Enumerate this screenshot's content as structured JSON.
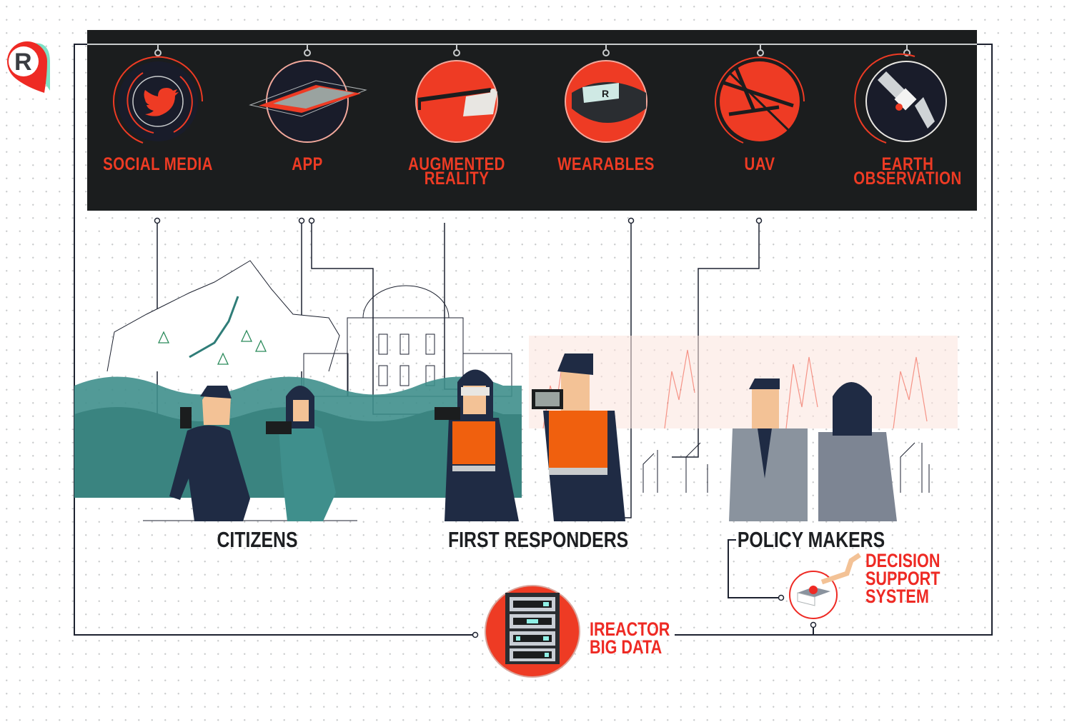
{
  "logo": {
    "letter": "R"
  },
  "sources": [
    {
      "label_lines": [
        "SOCIAL MEDIA"
      ],
      "icon": "twitter-bird-icon"
    },
    {
      "label_lines": [
        "APP"
      ],
      "icon": "tablet-icon"
    },
    {
      "label_lines": [
        "AUGMENTED",
        "REALITY"
      ],
      "icon": "smart-glasses-icon"
    },
    {
      "label_lines": [
        "WEARABLES"
      ],
      "icon": "wristband-icon"
    },
    {
      "label_lines": [
        "UAV"
      ],
      "icon": "drone-icon"
    },
    {
      "label_lines": [
        "EARTH",
        "OBSERVATION"
      ],
      "icon": "satellite-icon"
    }
  ],
  "groups": {
    "citizens": "CITIZENS",
    "first_responders": "FIRST RESPONDERS",
    "policy_makers": "POLICY MAKERS"
  },
  "decision_support": {
    "lines": [
      "DECISION",
      "SUPPORT",
      "SYSTEM"
    ],
    "icon": "push-button-icon"
  },
  "big_data": {
    "lines": [
      "IREACTOR",
      "BIG DATA"
    ],
    "icon": "server-rack-icon"
  },
  "colors": {
    "accent": "#ee3b24",
    "panel": "#1b1d1e",
    "teal": "#3f8f8c",
    "navy": "#1f2b44",
    "orange": "#f0600e"
  }
}
